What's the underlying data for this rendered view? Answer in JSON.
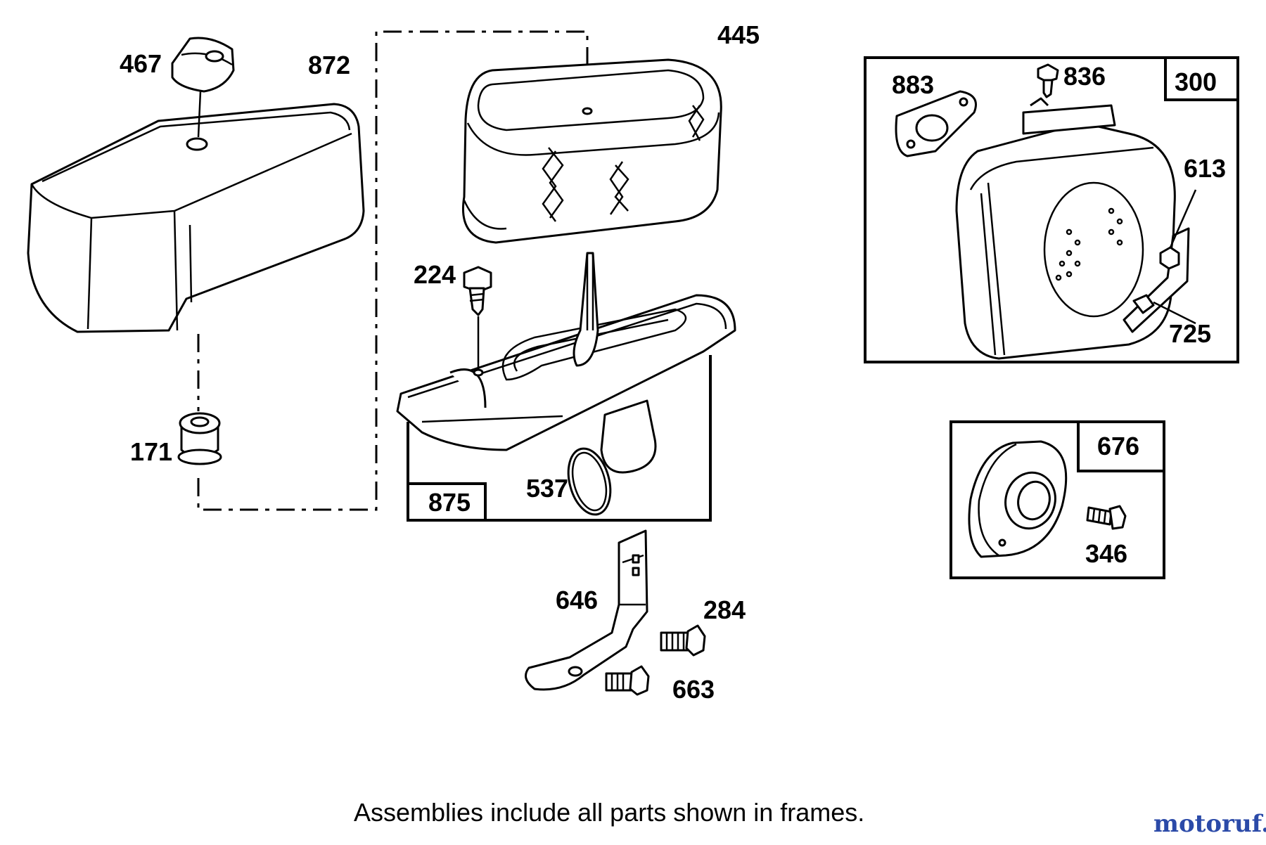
{
  "caption": "Assemblies include all parts shown in frames.",
  "watermark": "motoruf.de",
  "parts": {
    "p467": "467",
    "p872": "872",
    "p171": "171",
    "p445": "445",
    "p224": "224",
    "p875": "875",
    "p537": "537",
    "p646": "646",
    "p284": "284",
    "p663": "663",
    "p883": "883",
    "p836": "836",
    "p300": "300",
    "p613": "613",
    "p725": "725",
    "p676": "676",
    "p346": "346"
  },
  "colors": {
    "line": "#000000",
    "background": "#ffffff",
    "logo_blue": "#2b4aa8",
    "logo_orange": "#e07a1f"
  }
}
